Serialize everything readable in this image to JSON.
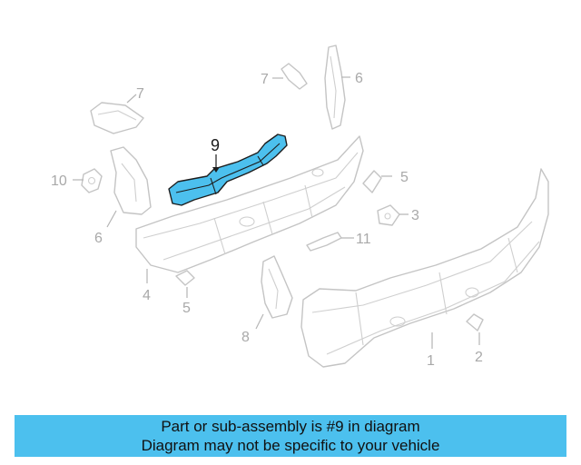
{
  "callouts": {
    "c1": "1",
    "c2": "2",
    "c3": "3",
    "c4": "4",
    "c5a": "5",
    "c5b": "5",
    "c6a": "6",
    "c6b": "6",
    "c7a": "7",
    "c7b": "7",
    "c8": "8",
    "c9": "9",
    "c10": "10",
    "c11": "11"
  },
  "banner": {
    "line1": "Part or sub-assembly is #9 in diagram",
    "line2": "Diagram may not be specific to your vehicle"
  },
  "colors": {
    "highlight": "#4cc0ee",
    "banner": "#4cc0ee",
    "lineart": "#c4c4c4"
  }
}
